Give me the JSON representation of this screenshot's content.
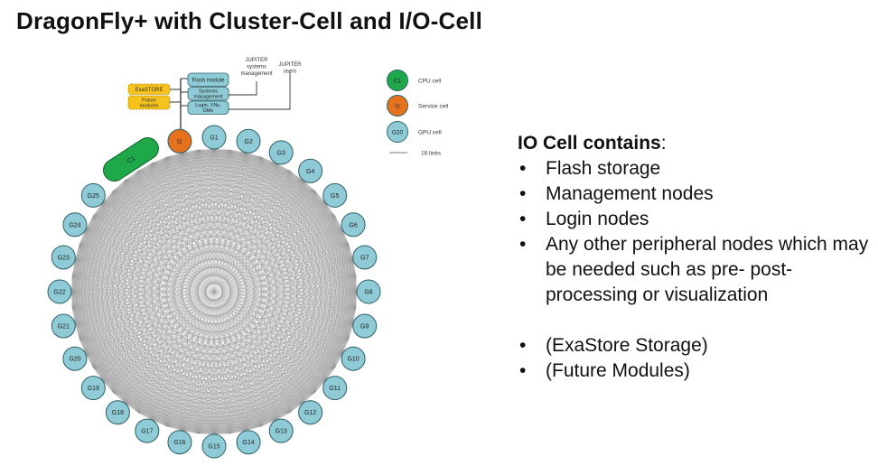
{
  "title": "DragonFly+ with Cluster-Cell and I/O-Cell",
  "diagram": {
    "gpu_nodes": [
      "G1",
      "G2",
      "G3",
      "G4",
      "G5",
      "G6",
      "G7",
      "G8",
      "G9",
      "G10",
      "G11",
      "G12",
      "G13",
      "G14",
      "G15",
      "G16",
      "G17",
      "G18",
      "G19",
      "G20",
      "G21",
      "G22",
      "G23",
      "G24",
      "G25"
    ],
    "cpu_node": "C1",
    "service_node": "I1",
    "io_boxes": [
      "Flash module",
      "Systems management",
      "Login, VNs, DMs"
    ],
    "optional_boxes": [
      "ExaSTORE",
      "Future modules"
    ],
    "external": {
      "systems_management": "JUPITER systems management",
      "users": "JUPITER users"
    },
    "legend": {
      "cpu": {
        "label": "C1",
        "text": "CPU cell"
      },
      "service": {
        "label": "I1",
        "text": "Service cell"
      },
      "gpu": {
        "label": "G20",
        "text": "GPU cell"
      },
      "link": {
        "text": "16 links"
      }
    },
    "colors": {
      "cpu": "#1ea84a",
      "service": "#e4721c",
      "gpu": "#8fcbd6",
      "optional": "#f6c21b",
      "mesh": "#9a9a9a"
    }
  },
  "info": {
    "heading": "IO Cell contains",
    "heading_suffix": ":",
    "items": [
      "Flash storage",
      "Management nodes",
      "Login nodes",
      "Any other peripheral nodes which may be needed such as pre- post- processing or visualization"
    ],
    "extra_items": [
      "(ExaStore Storage)",
      "(Future Modules)"
    ]
  }
}
